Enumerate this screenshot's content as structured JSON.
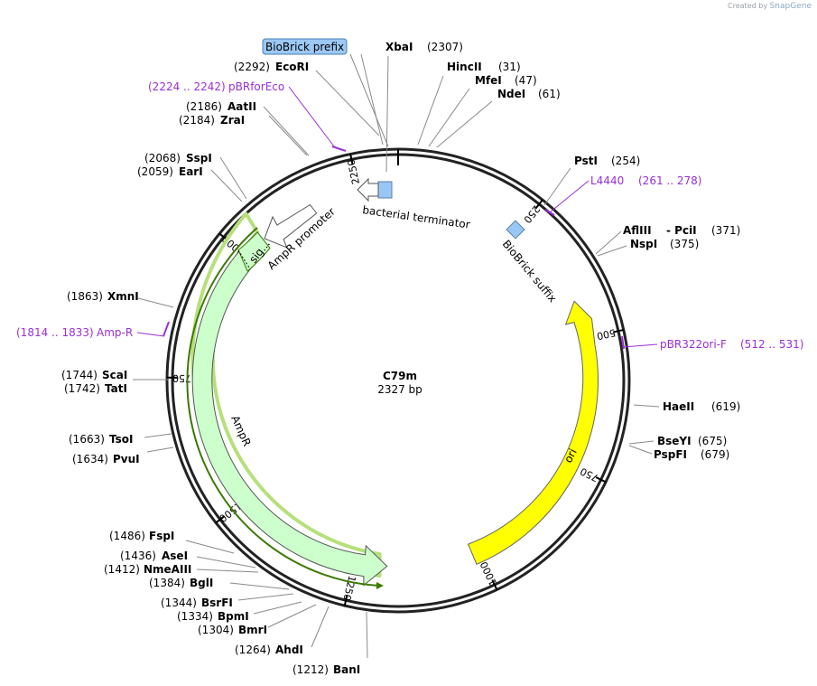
{
  "credit": {
    "prefix": "Created by",
    "brand": "SnapGene"
  },
  "plasmid": {
    "name": "C79m",
    "size_text": "2327 bp",
    "length": 2327
  },
  "ticks": [
    {
      "pos": 250,
      "text": "250"
    },
    {
      "pos": 500,
      "text": "500"
    },
    {
      "pos": 750,
      "text": "750"
    },
    {
      "pos": 1000,
      "text": "1000"
    },
    {
      "pos": 1250,
      "text": "1250"
    },
    {
      "pos": 1500,
      "text": "1500"
    },
    {
      "pos": 1750,
      "text": "1750"
    },
    {
      "pos": 2000,
      "text": "2000"
    },
    {
      "pos": 2250,
      "text": "2250"
    }
  ],
  "sites": [
    {
      "name": "XbaI",
      "pos": "(2307)"
    },
    {
      "name": "HincII",
      "pos": "(31)"
    },
    {
      "name": "MfeI",
      "pos": "(47)"
    },
    {
      "name": "NdeI",
      "pos": "(61)"
    },
    {
      "name": "PstI",
      "pos": "(254)"
    },
    {
      "name": "AflIII",
      "sep": "- PciI",
      "pos": "(371)"
    },
    {
      "name": "NspI",
      "pos": "(375)"
    },
    {
      "name": "HaeII",
      "pos": "(619)"
    },
    {
      "name": "BseYI",
      "pos": "(675)"
    },
    {
      "name": "PspFI",
      "pos": "(679)"
    },
    {
      "name": "BanI",
      "pos": "(1212)"
    },
    {
      "name": "AhdI",
      "pos": "(1264)"
    },
    {
      "name": "BmrI",
      "pos": "(1304)"
    },
    {
      "name": "BpmI",
      "pos": "(1334)"
    },
    {
      "name": "BsrFI",
      "pos": "(1344)"
    },
    {
      "name": "BglI",
      "pos": "(1384)"
    },
    {
      "name": "NmeAIII",
      "pos": "(1412)"
    },
    {
      "name": "AseI",
      "pos": "(1436)"
    },
    {
      "name": "FspI",
      "pos": "(1486)"
    },
    {
      "name": "PvuI",
      "pos": "(1634)"
    },
    {
      "name": "TsoI",
      "pos": "(1663)"
    },
    {
      "name": "TatI",
      "pos": "(1742)"
    },
    {
      "name": "ScaI",
      "pos": "(1744)"
    },
    {
      "name": "XmnI",
      "pos": "(1863)"
    },
    {
      "name": "EarI",
      "pos": "(2059)"
    },
    {
      "name": "SspI",
      "pos": "(2068)"
    },
    {
      "name": "ZraI",
      "pos": "(2184)"
    },
    {
      "name": "AatII",
      "pos": "(2186)"
    },
    {
      "name": "EcoRI",
      "pos": "(2292)"
    }
  ],
  "primers": [
    {
      "name": "L4440",
      "range": "(261 .. 278)"
    },
    {
      "name": "pBR322ori-F",
      "range": "(512 .. 531)"
    },
    {
      "name": "Amp-R",
      "range": "(1814 .. 1833)"
    },
    {
      "name": "pBRforEco",
      "range": "(2224 .. 2242)"
    }
  ],
  "features": {
    "biobrick_prefix": "BioBrick prefix",
    "biobrick_suffix": "BioBrick suffix",
    "terminator": "bacterial terminator",
    "ori": "ori",
    "ampr": "AmpR",
    "ampr_promoter": "AmpR promoter",
    "sig": "sig..."
  },
  "colors": {
    "backbone": "#222222",
    "ori_fill": "#ffff00",
    "ampr_fill": "#ccffcc",
    "ampr_glow": "#b6e07a",
    "ampr_line": "#3c7a00",
    "misc_feature": "#99c7f5",
    "primer": "#9a2fd6",
    "prefix_box": "#9cc8f4"
  }
}
